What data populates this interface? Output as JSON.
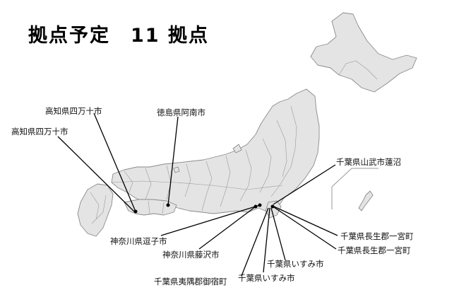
{
  "title": "拠点予定　11 拠点",
  "sites": [
    {
      "id": "kochi-shimanto-1",
      "label": "高知県四万十市"
    },
    {
      "id": "kochi-shimanto-2",
      "label": "高知県四万十市"
    },
    {
      "id": "tokushima-anan",
      "label": "徳島県阿南市"
    },
    {
      "id": "chiba-sammu-hasunuma",
      "label": "千葉県山武市蓮沼"
    },
    {
      "id": "kanagawa-zushi",
      "label": "神奈川県逗子市"
    },
    {
      "id": "kanagawa-fujisawa",
      "label": "神奈川県藤沢市"
    },
    {
      "id": "chiba-isumi-onjuku",
      "label": "千葉県夷隅郡御宿町"
    },
    {
      "id": "chiba-isumi-1",
      "label": "千葉県いすみ市"
    },
    {
      "id": "chiba-isumi-2",
      "label": "千葉県いすみ市"
    },
    {
      "id": "chiba-ichinomiya-1",
      "label": "千葉県長生郡一宮町"
    },
    {
      "id": "chiba-ichinomiya-2",
      "label": "千葉県長生郡一宮町"
    }
  ],
  "colors": {
    "land": "#e4e4e4",
    "border": "#8a8a8a",
    "leader": "#000000"
  }
}
